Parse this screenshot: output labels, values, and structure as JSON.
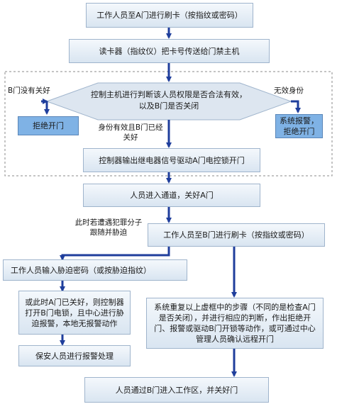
{
  "steps": {
    "swipe_a": "工作人员至A门进行刷卡（按指纹或密码）",
    "reader_transmit": "读卡器（指纹仪）把卡号传送给门禁主机",
    "decision": "控制主机进行判断该人员权限是否合法有效，以及B门是否关闭",
    "reject": "拒绝开门",
    "alarm": "系统报警，拒绝开门",
    "relay_open": "控制器输出继电器信号驱动A门电控锁开门",
    "enter_channel": "人员进入通道，关好A门",
    "swipe_b": "工作人员至B门进行刷卡（按指纹或密码）",
    "duress_code": "工作人员输入胁迫密码（或按胁迫指纹）",
    "duress_action": "或此时A门已关好，则控制器打开B门电锁，且中心进行胁迫报警，本地无报警动作",
    "security": "保安人员进行报警处理",
    "repeat": "系统重复以上虚框中的步骤（不同的是检查A门是否关闭），并进行相应的判断，作出拒绝开门、报警或驱动B门开锁等动作，或可通过中心管理人员确认远程开门",
    "enter_work": "人员通过B门进入工作区，并关好门"
  },
  "labels": {
    "b_not_closed": "B门没有关好",
    "invalid": "无效身份",
    "valid": "身份有效且B门已经关好",
    "coerced": "此时若遭遇犯罪分子跟随并胁迫"
  }
}
